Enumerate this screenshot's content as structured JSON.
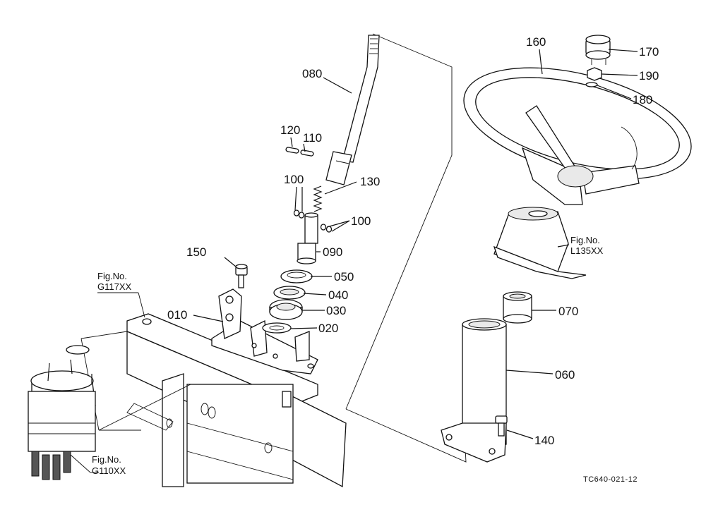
{
  "labels": {
    "p010": "010",
    "p020": "020",
    "p030": "030",
    "p040": "040",
    "p050": "050",
    "p060": "060",
    "p070": "070",
    "p080": "080",
    "p090": "090",
    "p100a": "100",
    "p100b": "100",
    "p110": "110",
    "p120": "120",
    "p130": "130",
    "p140": "140",
    "p150": "150",
    "p160": "160",
    "p170": "170",
    "p180": "180",
    "p190": "190"
  },
  "figure_refs": {
    "g117_title": "Fig.No.",
    "g117_code": "G117XX",
    "g110_title": "Fig.No.",
    "g110_code": "G110XX",
    "l135_title": "Fig.No.",
    "l135_code": "L135XX"
  },
  "drawing_code": "TC640-021-12"
}
